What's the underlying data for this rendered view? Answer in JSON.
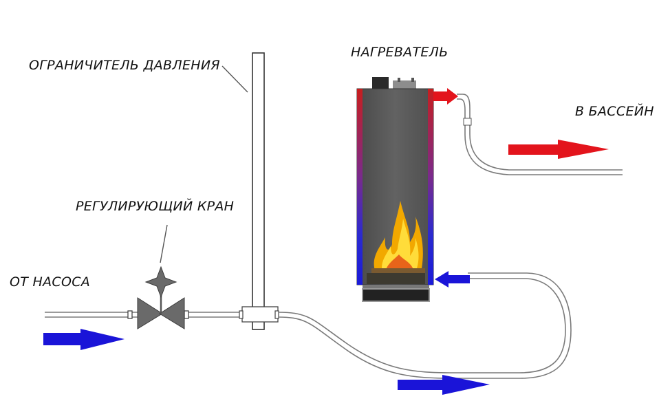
{
  "labels": {
    "pressure_limiter": "ОГРАНИЧИТЕЛЬ ДАВЛЕНИЯ",
    "heater": "НАГРЕВАТЕЛЬ",
    "to_pool": "В БАССЕЙН",
    "control_valve": "РЕГУЛИРУЮЩИЙ КРАН",
    "from_pump": "ОТ НАСОСА"
  },
  "colors": {
    "hot_flow": "#e3141c",
    "cold_flow": "#1a14d8",
    "heater_body": "#5a5a5a",
    "valve": "#666666",
    "pipe": "#777777",
    "flame_outer": "#f7b800",
    "flame_inner": "#ffe24a"
  },
  "icons": {
    "heater": "boiler-icon",
    "valve": "valve-icon",
    "flame": "flame-icon",
    "arrow": "flow-arrow-icon"
  }
}
